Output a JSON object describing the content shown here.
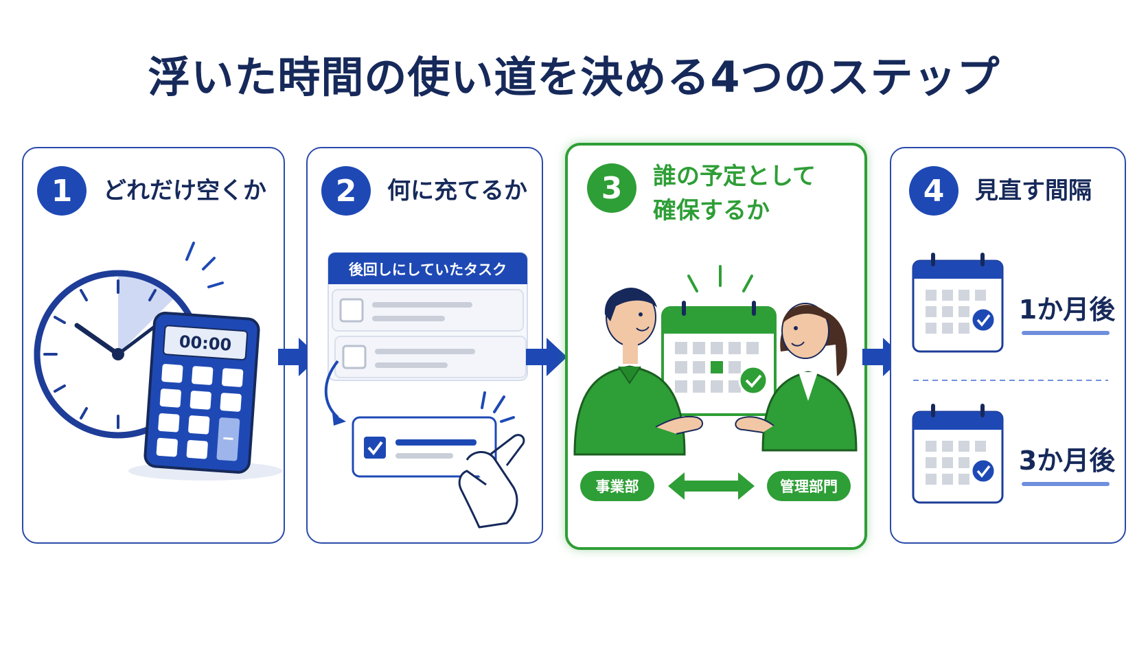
{
  "title": "浮いた時間の使い道を決める4つのステップ",
  "colors": {
    "navy": "#16295a",
    "blue": "#1e49b5",
    "green": "#2e9e36",
    "light_blue": "#dfe6f7",
    "gray": "#c9ced8"
  },
  "steps": [
    {
      "number": "1",
      "title": "どれだけ空くか",
      "icons": [
        "clock-icon",
        "calculator-icon"
      ],
      "calculator_display": "00:00"
    },
    {
      "number": "2",
      "title": "何に充てるか",
      "task_list_header": "後回しにしていたタスク",
      "icons": [
        "checkbox-icon",
        "curved-arrow-icon",
        "hand-icon"
      ]
    },
    {
      "number": "3",
      "title": "誰の予定として\n確保するか",
      "left_label": "事業部",
      "right_label": "管理部門",
      "icons": [
        "man-icon",
        "woman-icon",
        "calendar-check-icon",
        "double-arrow-icon"
      ]
    },
    {
      "number": "4",
      "title": "見直す間隔",
      "intervals": [
        {
          "label": "1か月後"
        },
        {
          "label": "3か月後"
        }
      ],
      "icons": [
        "calendar-check-icon"
      ]
    }
  ]
}
